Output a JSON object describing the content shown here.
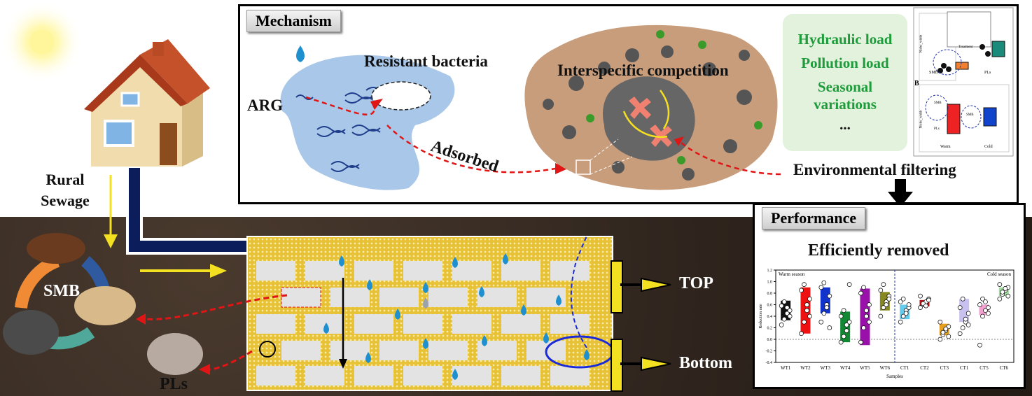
{
  "labels": {
    "mechanism_tab": "Mechanism",
    "performance_tab": "Performance",
    "resistant_bacteria": "Resistant bacteria",
    "arg": "ARG",
    "adsorbed": "Adsorbed",
    "interspecific_competition": "Interspecific competition",
    "environmental_filtering": "Environmental filtering",
    "efficiently_removed": "Efficiently removed",
    "rural_sewage_line1": "Rural",
    "rural_sewage_line2": "Sewage",
    "smb": "SMB",
    "pls": "PLs",
    "top": "TOP",
    "bottom": "Bottom"
  },
  "env_factors": [
    "Hydraulic load",
    "Pollution load",
    "Seasonal variations",
    "..."
  ],
  "mini_charts": {
    "a": {
      "ylabel": "Niche_width",
      "xcats": [
        "SMB",
        "PLs"
      ],
      "legend": "Treatment"
    },
    "b": {
      "panel_letter": "B",
      "ylabel": "Niche_width",
      "xcats": [
        "Warm",
        "Cold"
      ],
      "annot": [
        "SMB",
        "PLs",
        "SMB"
      ]
    }
  },
  "chart_data": {
    "type": "bar",
    "xlabel": "Samples",
    "ylabel": "Reduction rate",
    "ylim": [
      -0.4,
      1.2
    ],
    "yticks": [
      "1.2",
      "1.0",
      "0.8",
      "0.6",
      "0.4",
      "0.2",
      "0.0",
      "-0.2",
      "-0.4"
    ],
    "annotations": [
      "Warm season",
      "Cold season"
    ],
    "categories": [
      "WT1",
      "WT2",
      "WT3",
      "WT4",
      "WT5",
      "WT6",
      "CT1",
      "CT2",
      "CT3",
      "CT1",
      "CT5",
      "CT6"
    ],
    "boxes": [
      {
        "low": 0.33,
        "high": 0.67,
        "color": "#111111"
      },
      {
        "low": 0.1,
        "high": 0.9,
        "color": "#ee1111"
      },
      {
        "low": 0.45,
        "high": 0.9,
        "color": "#1133cc"
      },
      {
        "low": -0.05,
        "high": 0.48,
        "color": "#118833"
      },
      {
        "low": -0.1,
        "high": 0.88,
        "color": "#9911aa"
      },
      {
        "low": 0.5,
        "high": 0.82,
        "color": "#888822"
      },
      {
        "low": 0.35,
        "high": 0.6,
        "color": "#66ccee"
      },
      {
        "low": 0.57,
        "high": 0.68,
        "color": "#bb1111"
      },
      {
        "low": 0.07,
        "high": 0.27,
        "color": "#e8a020"
      },
      {
        "low": 0.3,
        "high": 0.7,
        "color": "#c8c0ee"
      },
      {
        "low": 0.42,
        "high": 0.6,
        "color": "#f5a0d0"
      },
      {
        "low": 0.75,
        "high": 0.9,
        "color": "#9fdf9f"
      }
    ],
    "points": [
      [
        0.25,
        0.35,
        0.45,
        0.5,
        0.58,
        0.65,
        0.55,
        0.4
      ],
      [
        0.1,
        0.3,
        0.5,
        0.7,
        0.85,
        0.95,
        0.6,
        0.4
      ],
      [
        0.3,
        0.45,
        0.6,
        0.75,
        0.9,
        0.98,
        0.55,
        0.2
      ],
      [
        -0.05,
        0.05,
        0.15,
        0.3,
        0.4,
        0.5,
        0.25,
        0.95
      ],
      [
        -0.05,
        0.2,
        0.4,
        0.6,
        0.8,
        0.9,
        0.5,
        0.3
      ],
      [
        0.4,
        0.55,
        0.65,
        0.75,
        0.85,
        0.95,
        0.6,
        0.7
      ],
      [
        0.3,
        0.4,
        0.5,
        0.55,
        0.65,
        0.7,
        0.45,
        0.6
      ],
      [
        0.55,
        0.6,
        0.65,
        0.7,
        0.75,
        0.62,
        0.58,
        0.68
      ],
      [
        0.0,
        0.08,
        0.15,
        0.22,
        0.3,
        0.12,
        0.18,
        0.05
      ],
      [
        0.1,
        0.2,
        0.3,
        0.45,
        0.55,
        0.7,
        0.35,
        0.25
      ],
      [
        -0.1,
        0.4,
        0.5,
        0.55,
        0.6,
        0.7,
        0.65,
        0.45
      ],
      [
        0.7,
        0.78,
        0.85,
        0.9,
        0.95,
        0.82,
        0.88,
        0.75
      ]
    ]
  },
  "colors": {
    "soil": "#2e241d",
    "filter_bed": "#e8c236",
    "pipe": "#0b1e5b",
    "green_text": "#1e9b3a",
    "red_arrow": "#e01515",
    "blue_arrow": "#1a2ad8",
    "droplet": "#1e90d0",
    "biofilm": "#a9c7e8",
    "particle": "#c89d7c"
  },
  "icons": [
    "sun-icon",
    "house-icon",
    "droplet-icon",
    "dna-icon",
    "bacteria-icon",
    "cross-icon"
  ]
}
